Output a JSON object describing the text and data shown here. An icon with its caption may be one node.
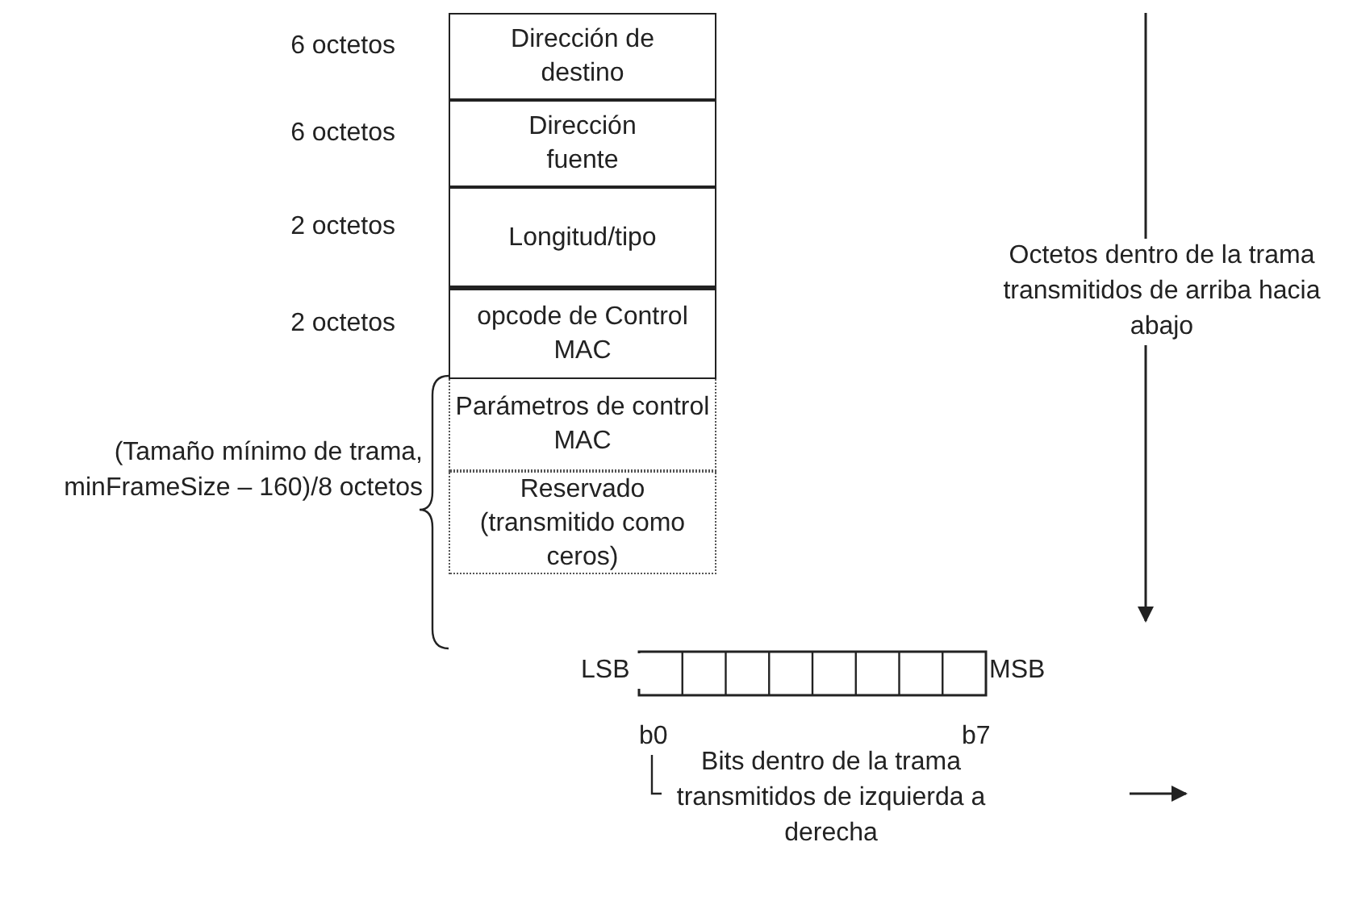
{
  "diagram": {
    "nodes": [
      {
        "text": [
          "Dirección de destino"
        ],
        "beside": [
          "6 octetos"
        ]
      },
      {
        "text": [
          "Dirección fuente"
        ],
        "beside": [
          "6 octetos"
        ]
      },
      {
        "text": [
          "Longitud/tipo"
        ],
        "beside": [
          "2 octetos"
        ]
      },
      {
        "text": [
          "opcode de Control MAC"
        ],
        "beside": [
          "2 octetos"
        ]
      },
      {
        "text": [
          "Parámetros de control MAC"
        ]
      },
      {
        "text": [
          "Reservado (transmitido como ceros)"
        ]
      }
    ],
    "labels": [
      "(Tamaño mínimo de trama, minFrameSize – 160)/8 octetos",
      "Octetos dentro de la trama transmitidos de arriba hacia abajo",
      "LSB",
      "MSB",
      "b0",
      "b7",
      "Bits dentro de la trama transmitidos de izquierda a derecha"
    ]
  }
}
